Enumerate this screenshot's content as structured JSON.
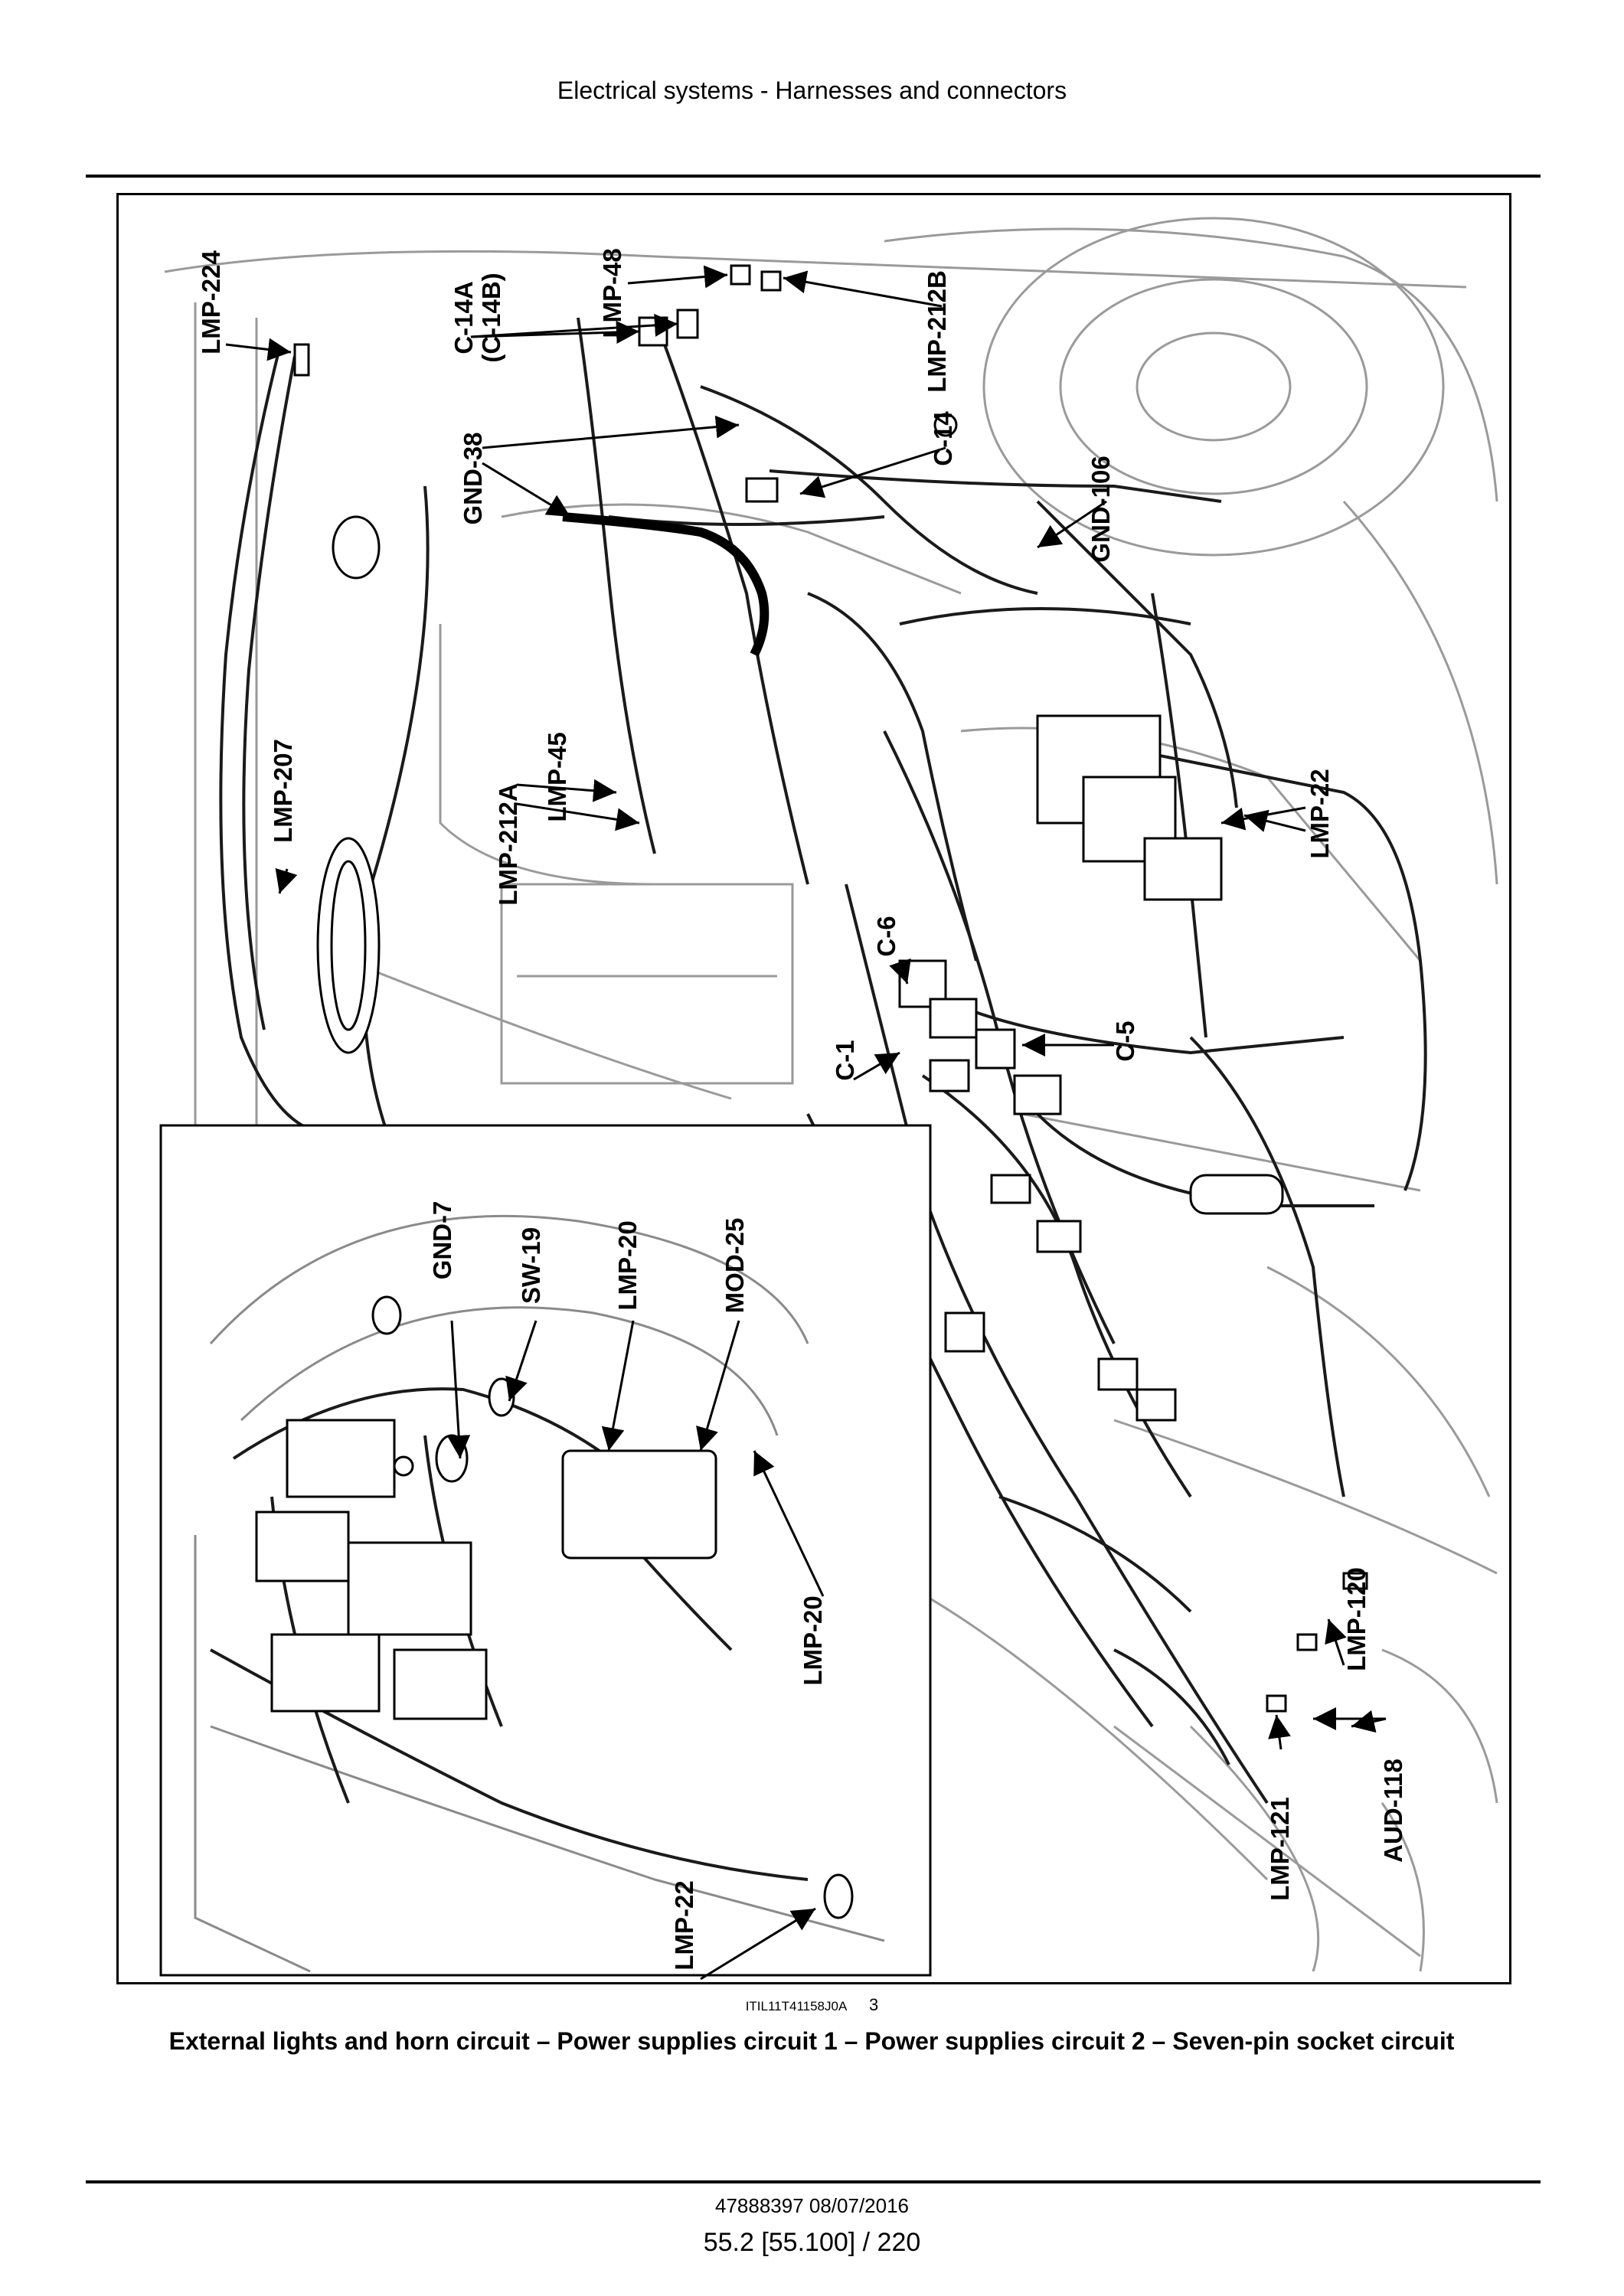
{
  "header": {
    "title": "Electrical systems - Harnesses and connectors"
  },
  "figure": {
    "reference_code": "ITIL11T41158J0A",
    "figure_number": "3",
    "callouts": {
      "lmp_224": "LMP-224",
      "c_14a": "C-14A",
      "c_14b": "(C-14B)",
      "lmp_48": "LMP-48",
      "lmp_212b": "LMP-212B",
      "gnd_38": "GND-38",
      "c_14": "C-14",
      "gnd_106": "GND-106",
      "lmp_207": "LMP-207",
      "lmp_45": "LMP-45",
      "lmp_212a": "LMP-212A",
      "lmp_22_top": "LMP-22",
      "c_6": "C-6",
      "c_1": "C-1",
      "c_5": "C-5",
      "gnd_7": "GND-7",
      "sw_19": "SW-19",
      "lmp_20_inset": "LMP-20",
      "mod_25": "MOD-25",
      "lmp_20": "LMP-20",
      "lmp_120": "LMP-120",
      "aud_118": "AUD-118",
      "lmp_121": "LMP-121",
      "lmp_22_inset": "LMP-22"
    }
  },
  "caption": "External lights and horn circuit – Power supplies circuit 1 – Power supplies circuit 2 – Seven-pin socket circuit",
  "footer": {
    "doc_id": "47888397 08/07/2016",
    "page": "55.2 [55.100] / 220"
  }
}
